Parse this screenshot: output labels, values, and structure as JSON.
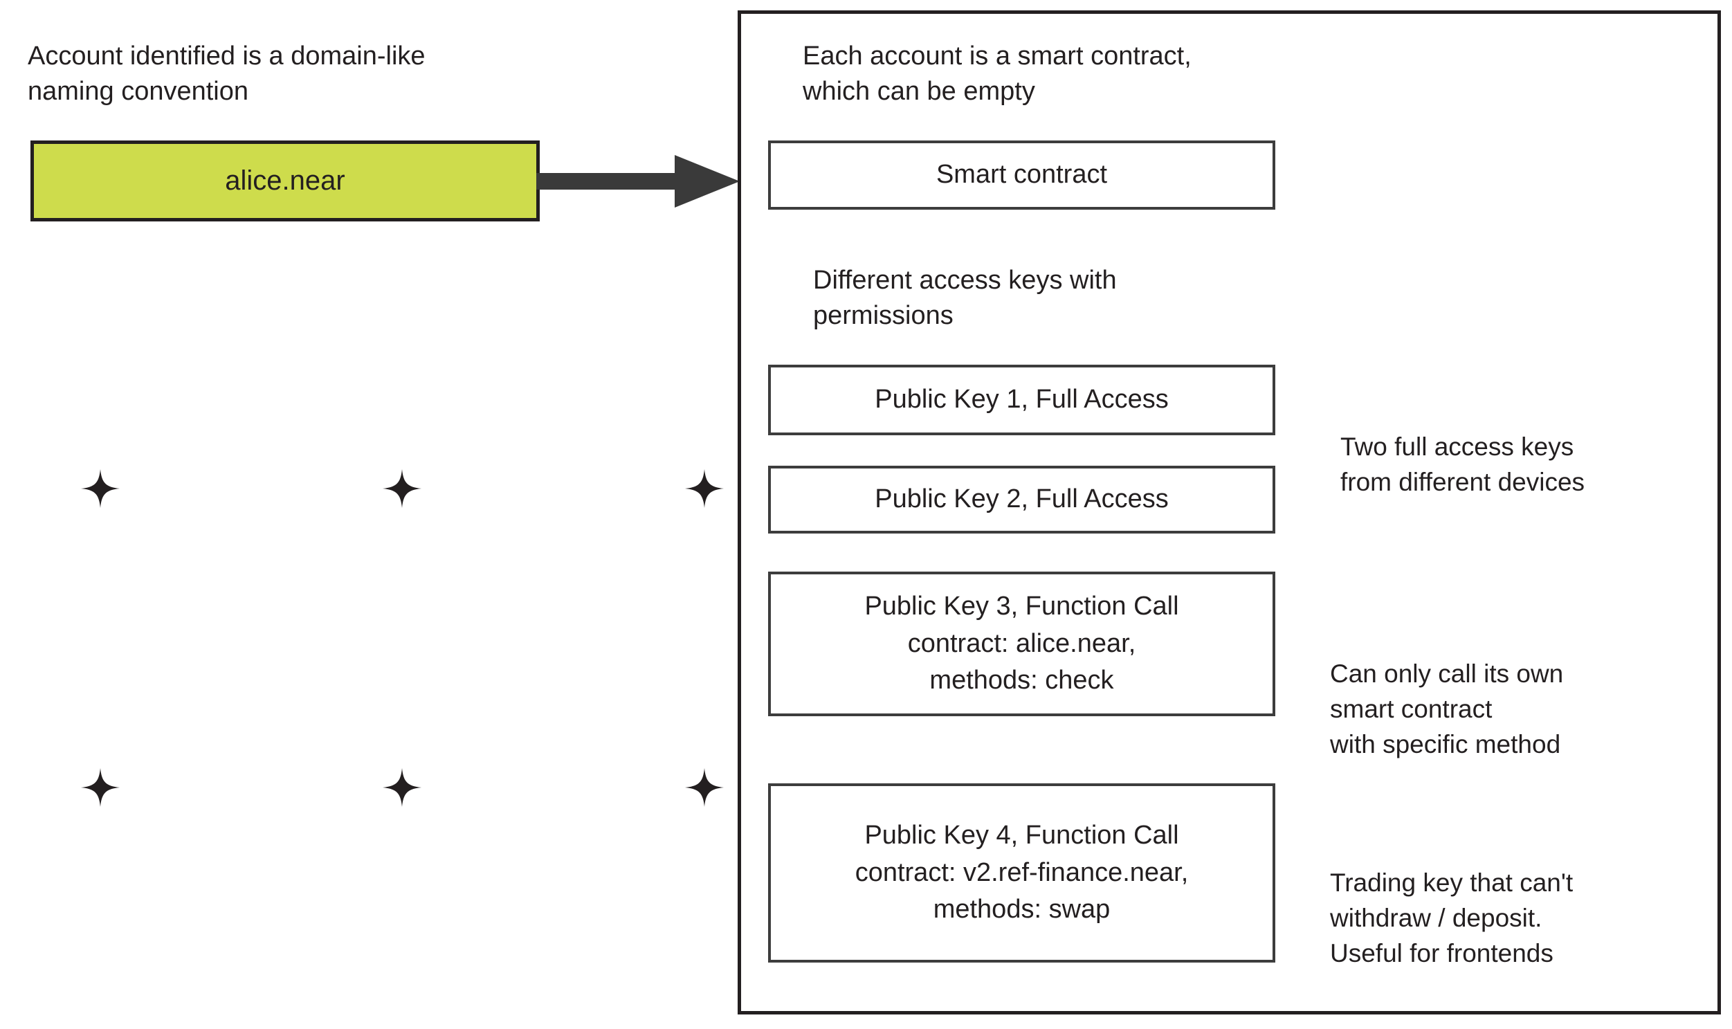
{
  "colors": {
    "account_fill": "#cedc4c",
    "stroke": "#231f20",
    "box_stroke": "#3d3d3d",
    "background": "#ffffff",
    "text": "#231f20"
  },
  "left": {
    "caption": "Account identified is a domain-like\nnaming convention",
    "account_box_label": "alice.near",
    "arrow_icon": "right-arrow-icon",
    "markers": [
      {
        "name": "sparkle-marker-1"
      },
      {
        "name": "sparkle-marker-2"
      },
      {
        "name": "sparkle-marker-3"
      },
      {
        "name": "sparkle-marker-4"
      },
      {
        "name": "sparkle-marker-5"
      },
      {
        "name": "sparkle-marker-6"
      }
    ]
  },
  "panel": {
    "contract_note": "Each account is a smart contract,\nwhich can be empty",
    "contract_box_label": "Smart contract",
    "keys_note": "Different access keys with\npermissions",
    "key_boxes": [
      {
        "label": "Public Key 1, Full Access"
      },
      {
        "label": "Public Key 2, Full Access"
      },
      {
        "label": "Public Key 3, Function Call\ncontract: alice.near,\nmethods: check"
      },
      {
        "label": "Public Key 4, Function Call\ncontract: v2.ref-finance.near,\nmethods: swap"
      }
    ]
  },
  "annotations": [
    {
      "text": "Two full access keys\nfrom different devices"
    },
    {
      "text": "Can only call its own\nsmart contract\nwith specific method"
    },
    {
      "text": "Trading key that can't\nwithdraw / deposit.\nUseful for frontends"
    }
  ]
}
